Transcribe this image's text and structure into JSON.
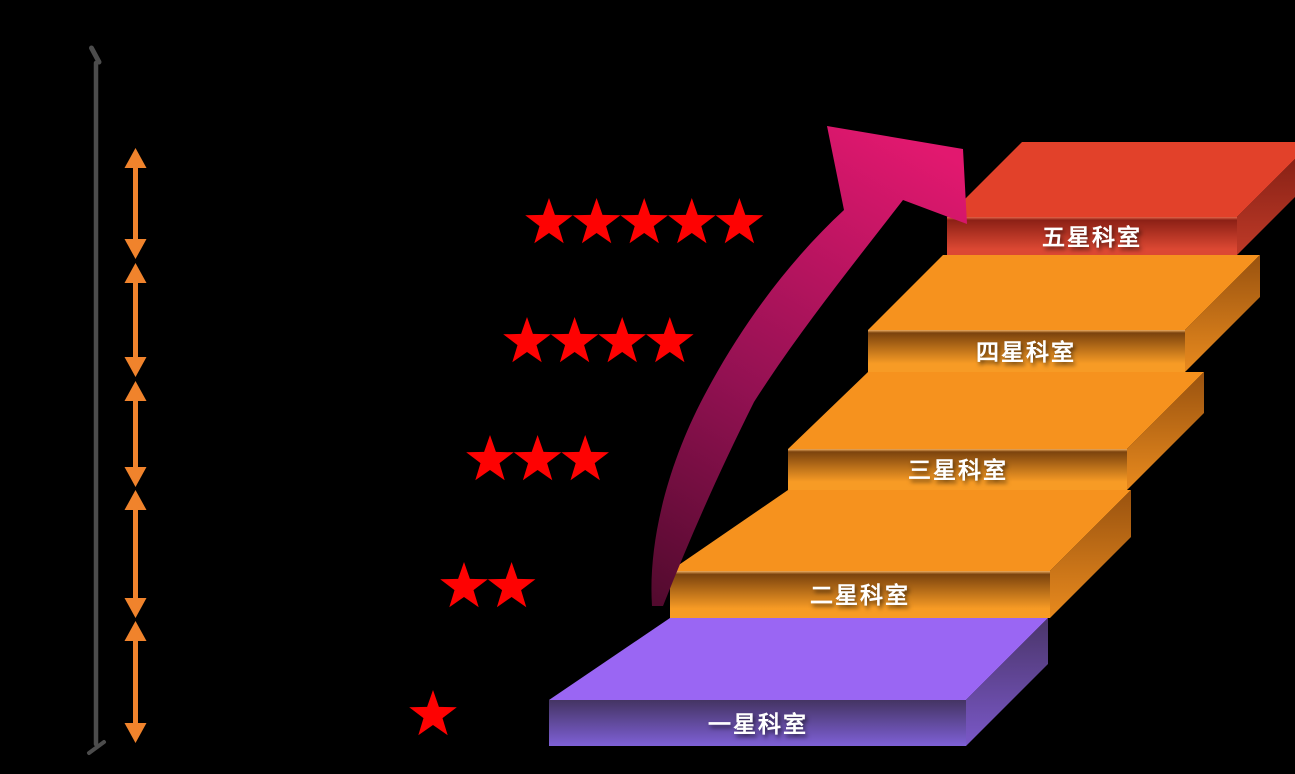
{
  "diagram": {
    "background_color": "#000000",
    "star_color": "#fe0202",
    "axis": {
      "line_color": "#4c4c4c"
    },
    "interval_arrow_color": "#f0832c",
    "growth_arrow": {
      "start_color": "#4f0a2c",
      "mid_color": "#931152",
      "end_color": "#e2186f"
    },
    "levels": [
      {
        "stars": 5,
        "label": "五星科室",
        "theme": "red"
      },
      {
        "stars": 4,
        "label": "四星科室",
        "theme": "orange"
      },
      {
        "stars": 3,
        "label": "三星科室",
        "theme": "orange"
      },
      {
        "stars": 2,
        "label": "二星科室",
        "theme": "orange"
      },
      {
        "stars": 1,
        "label": "一星科室",
        "theme": "purple"
      }
    ],
    "themes": {
      "purple": {
        "top": "#9a66f3",
        "front_dark": "#443463",
        "front_light": "#7e60d6",
        "side_dark": "#4a3569",
        "side_light": "#7a58c8",
        "bevel": "#443463"
      },
      "orange": {
        "top": "#f6921e",
        "front_dark": "#7b430d",
        "front_light": "#f79b25",
        "side_dark": "#99520f",
        "side_light": "#e88a1e",
        "bevel": "#efae62"
      },
      "red": {
        "top": "#e2412a",
        "front_dark": "#8c2015",
        "front_light": "#dc4833",
        "side_dark": "#7e1d12",
        "side_light": "#bf3a28",
        "bevel": "#e5654a"
      }
    }
  }
}
